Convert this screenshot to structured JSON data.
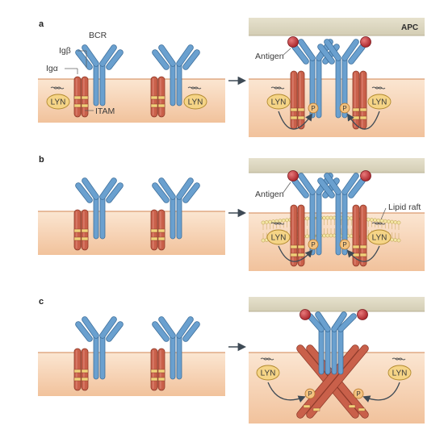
{
  "panels": [
    {
      "letter": "a",
      "apc": "APC",
      "lyn": "LYN",
      "phospho": "P",
      "labels": {
        "bcr": "BCR",
        "ig_beta": "Igβ",
        "ig_alpha": "Igα",
        "itam": "ITAM",
        "antigen": "Antigen"
      }
    },
    {
      "letter": "b",
      "lyn": "LYN",
      "phospho": "P",
      "labels": {
        "antigen": "Antigen",
        "lipid_raft": "Lipid raft"
      }
    },
    {
      "letter": "c",
      "lyn": "LYN",
      "phospho": "P"
    }
  ],
  "colors": {
    "membrane_top": "#fbe6d2",
    "membrane_bottom": "#f4c9a6",
    "membrane_line": "#d99b70",
    "receptor": "#6aa0cf",
    "receptor_stroke": "#3d6f9c",
    "ig_chain": "#c9604a",
    "ig_stroke": "#8e3a2a",
    "itam": "#f1d27a",
    "lyn_fill": "#f5d486",
    "lyn_stroke": "#b28a2e",
    "antigen": "#c0353a",
    "apc": "#ddd8c3",
    "arrow": "#3e4a55"
  }
}
